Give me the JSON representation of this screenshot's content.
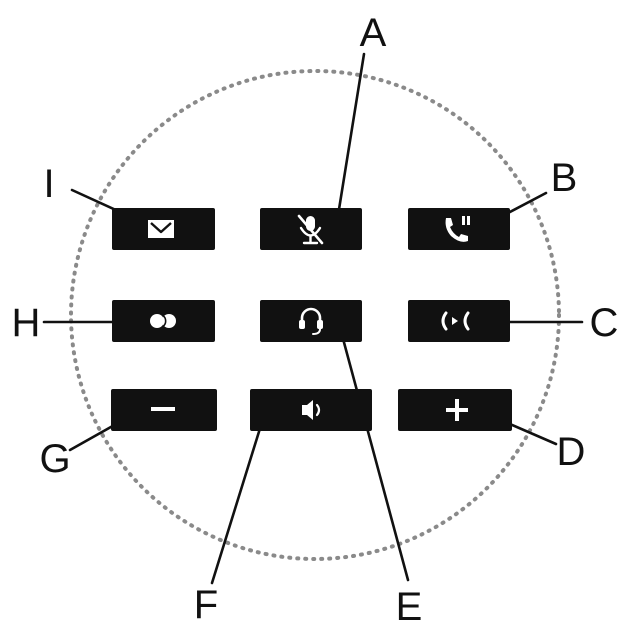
{
  "diagram": {
    "colors": {
      "key_fill": "#111111",
      "glyph": "#ffffff",
      "ring": "#8a8a8a",
      "line": "#111111",
      "label": "#111111"
    },
    "keys": [
      {
        "id": "message",
        "icon": "envelope-icon"
      },
      {
        "id": "mute",
        "icon": "microphone-muted-icon"
      },
      {
        "id": "hold",
        "icon": "phone-hold-icon"
      },
      {
        "id": "conference",
        "icon": "conference-circles-icon"
      },
      {
        "id": "headset",
        "icon": "headset-icon"
      },
      {
        "id": "transfer",
        "icon": "call-transfer-icon"
      },
      {
        "id": "volume-down",
        "icon": "minus-icon"
      },
      {
        "id": "speaker",
        "icon": "speaker-icon"
      },
      {
        "id": "volume-up",
        "icon": "plus-icon"
      }
    ],
    "callouts": [
      {
        "label": "A",
        "target": "mute"
      },
      {
        "label": "B",
        "target": "hold"
      },
      {
        "label": "C",
        "target": "transfer"
      },
      {
        "label": "D",
        "target": "volume-up"
      },
      {
        "label": "E",
        "target": "headset"
      },
      {
        "label": "F",
        "target": "speaker"
      },
      {
        "label": "G",
        "target": "volume-down"
      },
      {
        "label": "H",
        "target": "conference"
      },
      {
        "label": "I",
        "target": "message"
      }
    ]
  }
}
